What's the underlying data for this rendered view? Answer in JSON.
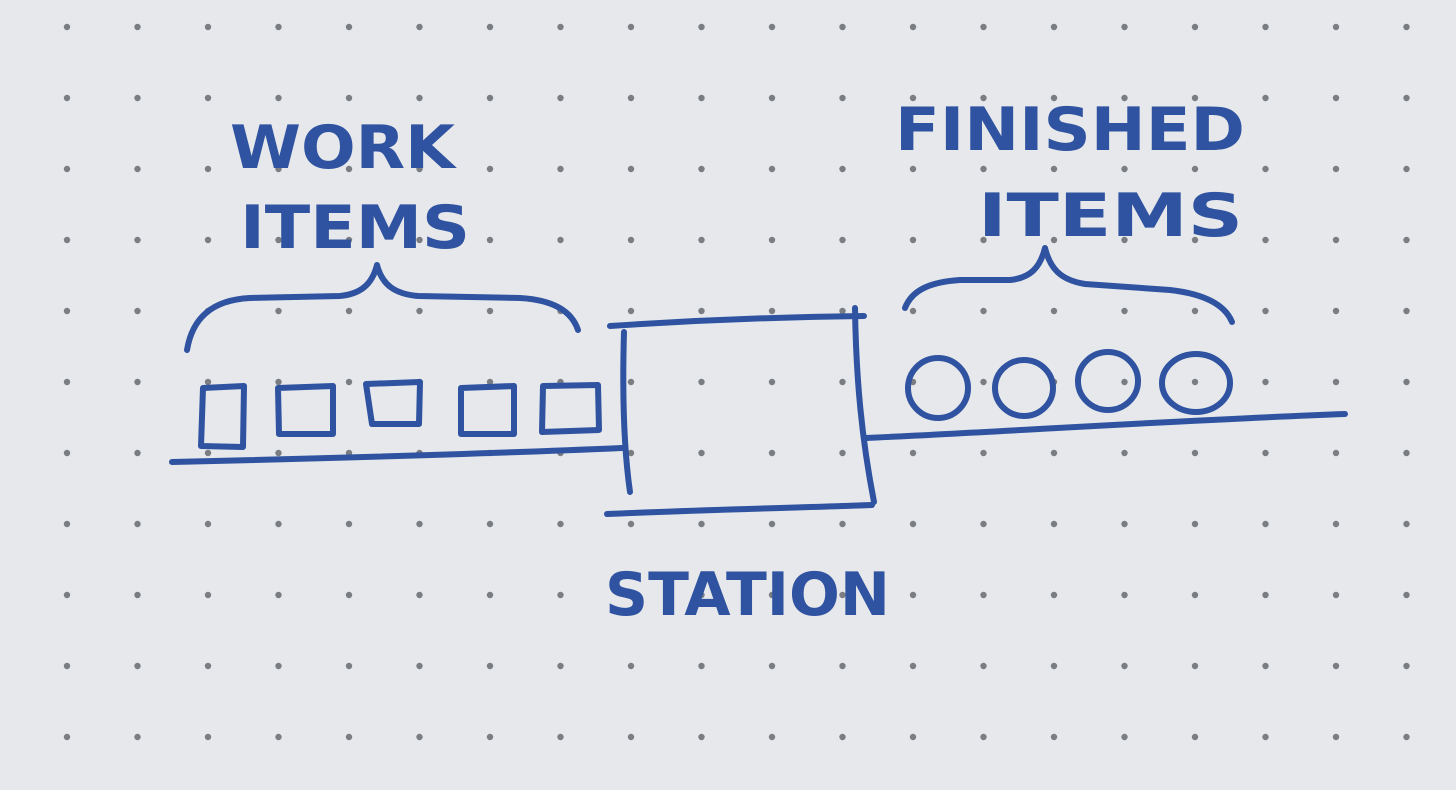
{
  "labels": {
    "work_line1": "WORK",
    "work_line2": "ITEMS",
    "finished_line1": "FINISHED",
    "finished_line2": "ITEMS",
    "station": "STATION"
  },
  "counts": {
    "work_items": 5,
    "finished_items": 4
  },
  "colors": {
    "paper": "#e6e8eb",
    "ink": "#2f53a0",
    "dot": "#7a7d82"
  }
}
